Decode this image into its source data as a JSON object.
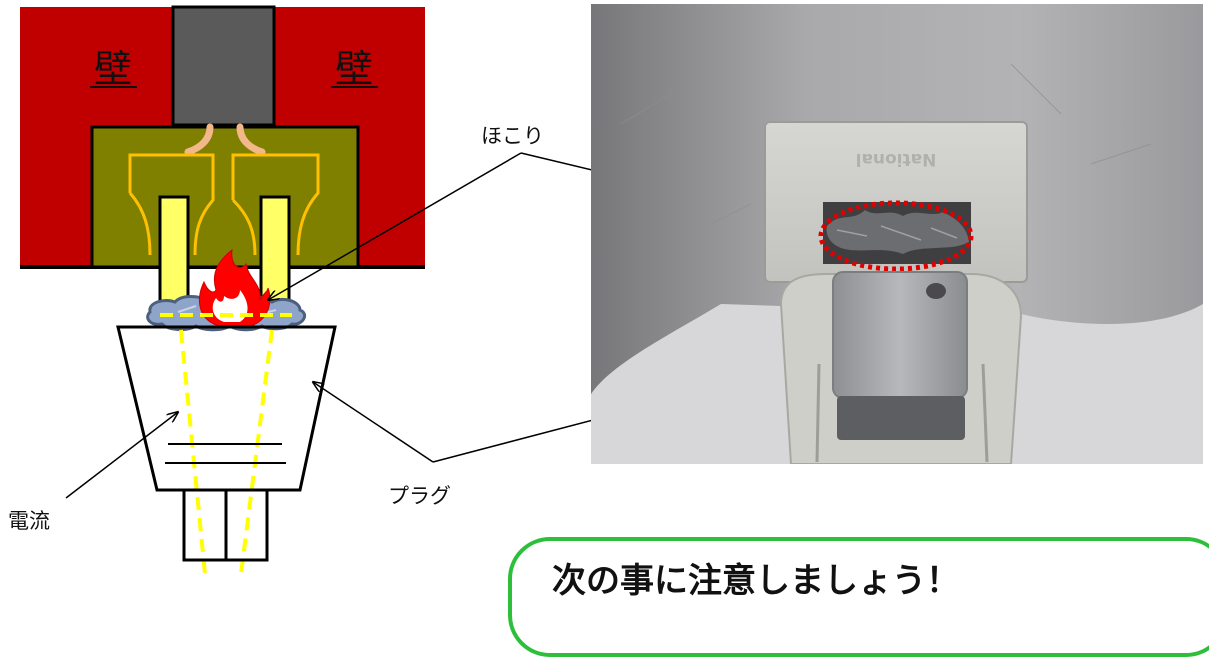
{
  "labels": {
    "wall_left": "壁",
    "wall_right": "壁",
    "dust": "ほこり",
    "current": "電流",
    "plug": "プラグ"
  },
  "photo": {
    "brand_text": "National"
  },
  "notice": {
    "text": "次の事に注意しましょう！"
  },
  "colors": {
    "wall": "#c00000",
    "outlet_body": "#808000",
    "plug_slot": "#5a5a5a",
    "prong": "#ffff66",
    "spring": "#ffc000",
    "dust": "#8ea4c8",
    "flame": "#ff0000",
    "current_dash": "#ffff00",
    "notice_border": "#2dbf3a"
  },
  "icons": {
    "fire": "fire-icon"
  }
}
